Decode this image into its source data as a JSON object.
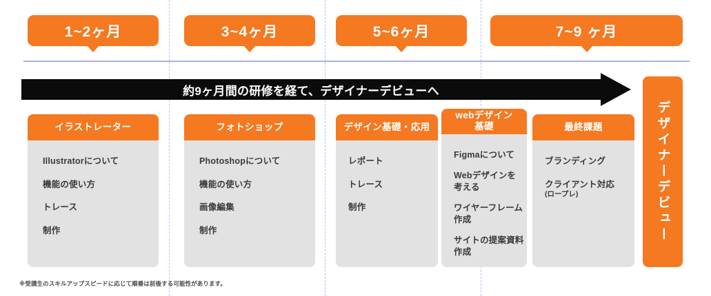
{
  "theme": {
    "accent_orange": "#f47920",
    "card_body_gray": "#e2e2e2",
    "banner_black": "#0b0b0b",
    "divider_blue": "#b9bdf0",
    "rule_blue": "#a9aeec",
    "text_dark": "#3a3a3a",
    "background": "#ffffff"
  },
  "timeline": {
    "periods": [
      {
        "label": "1~2ヶ月"
      },
      {
        "label": "3~4ヶ月"
      },
      {
        "label": "5~6ヶ月"
      },
      {
        "label": "7~9 ヶ月"
      }
    ]
  },
  "banner": {
    "text": "約9ヶ月間の研修を経て、デザイナーデビューへ",
    "icon": "right-arrow-icon"
  },
  "courses": [
    {
      "title": "イラストレーター",
      "items": [
        {
          "text": "Illustratorについて",
          "note": ""
        },
        {
          "text": "機能の使い方",
          "note": ""
        },
        {
          "text": "トレース",
          "note": ""
        },
        {
          "text": "制作",
          "note": ""
        }
      ]
    },
    {
      "title": "フォトショップ",
      "items": [
        {
          "text": "Photoshopについて",
          "note": ""
        },
        {
          "text": "機能の使い方",
          "note": ""
        },
        {
          "text": "画像編集",
          "note": ""
        },
        {
          "text": "制作",
          "note": ""
        }
      ]
    },
    {
      "title": "デザイン基礎・応用",
      "items": [
        {
          "text": "レポート",
          "note": ""
        },
        {
          "text": "トレース",
          "note": ""
        },
        {
          "text": "制作",
          "note": ""
        }
      ]
    },
    {
      "title": "webデザイン\n基礎",
      "items": [
        {
          "text": "Figmaについて",
          "note": ""
        },
        {
          "text": "Webデザインを\n考える",
          "note": ""
        },
        {
          "text": "ワイヤーフレーム\n作成",
          "note": ""
        },
        {
          "text": "サイトの提案資料\n作成",
          "note": ""
        }
      ]
    },
    {
      "title": "最終課題",
      "items": [
        {
          "text": "ブランディング",
          "note": ""
        },
        {
          "text": "クライアント対応",
          "note": "(ロープレ)"
        }
      ]
    }
  ],
  "debut": {
    "label": "デザイナーデビュー"
  },
  "footnote": {
    "text": "※受講生のスキルアップスピードに応じて順番は前後する可能性があります。"
  }
}
